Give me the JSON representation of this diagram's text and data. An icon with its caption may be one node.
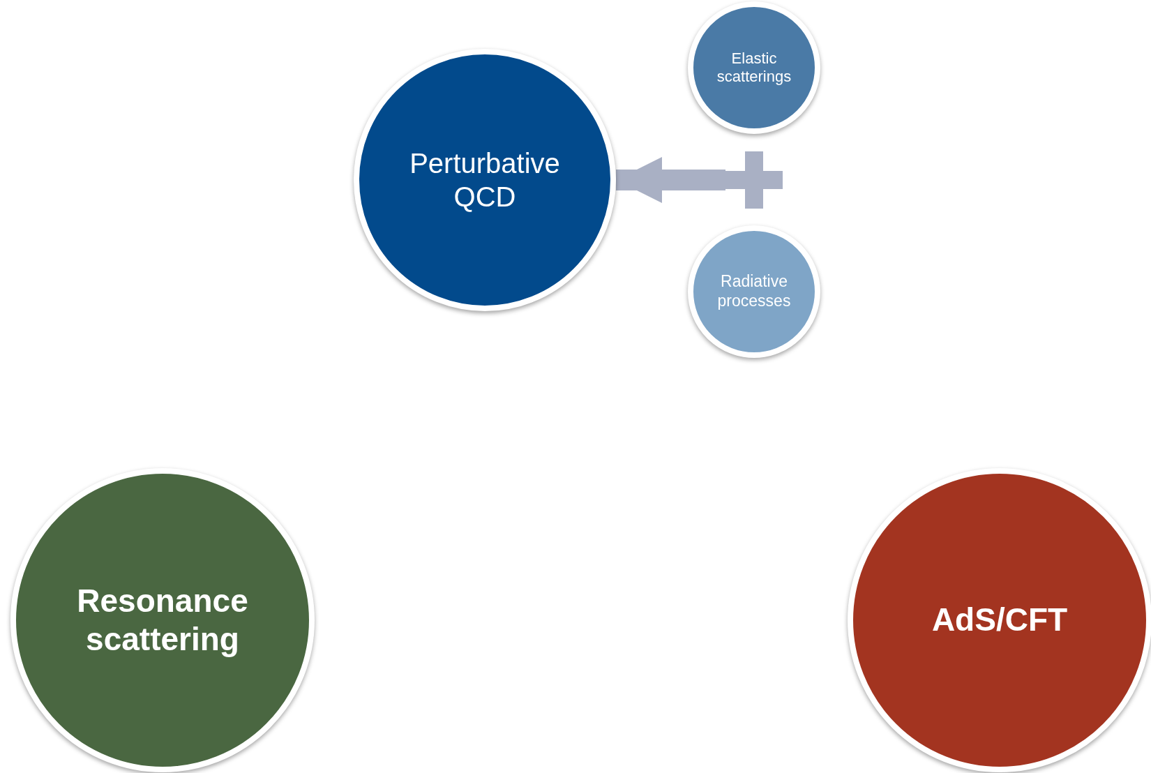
{
  "diagram": {
    "nodes": [
      {
        "text": [
          "Perturbative QCD"
        ]
      },
      {
        "text": [
          "Elastic scatterings"
        ]
      },
      {
        "text": [],
        "shape": "plus"
      },
      {
        "text": [
          "Radiative processes"
        ]
      },
      {
        "text": [
          "Resonance scattering"
        ]
      },
      {
        "text": [
          "AdS/CFT"
        ]
      }
    ],
    "edges": [
      {
        "from": 2,
        "to": 0,
        "arrow": "to"
      }
    ]
  }
}
